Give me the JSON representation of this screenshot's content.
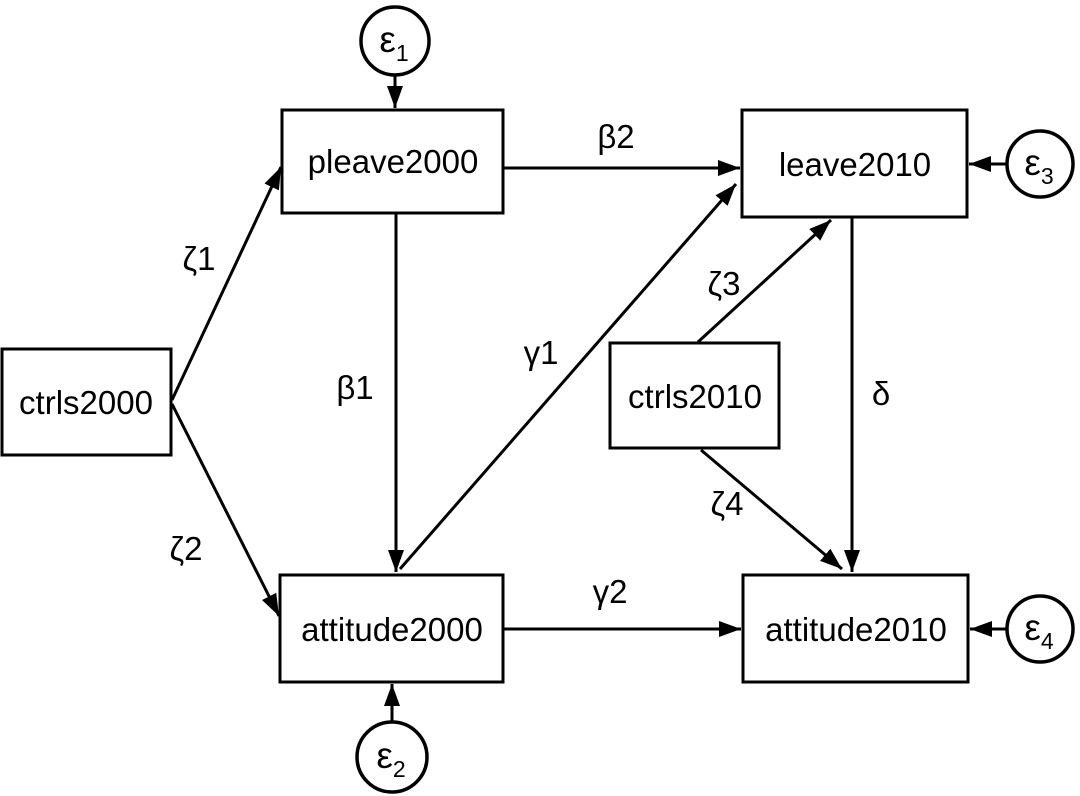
{
  "diagram": {
    "type": "sem-path-diagram",
    "colors": {
      "background": "#ffffff",
      "stroke": "#000000",
      "text": "#000000"
    },
    "nodes": {
      "ctrls2000": {
        "label": "ctrls2000",
        "shape": "rect"
      },
      "pleave2000": {
        "label": "pleave2000",
        "shape": "rect"
      },
      "leave2010": {
        "label": "leave2010",
        "shape": "rect"
      },
      "ctrls2010": {
        "label": "ctrls2010",
        "shape": "rect"
      },
      "attitude2000": {
        "label": "attitude2000",
        "shape": "rect"
      },
      "attitude2010": {
        "label": "attitude2010",
        "shape": "rect"
      },
      "eps1": {
        "symbol": "ε",
        "sub": "1",
        "shape": "circle"
      },
      "eps2": {
        "symbol": "ε",
        "sub": "2",
        "shape": "circle"
      },
      "eps3": {
        "symbol": "ε",
        "sub": "3",
        "shape": "circle"
      },
      "eps4": {
        "symbol": "ε",
        "sub": "4",
        "shape": "circle"
      }
    },
    "edges": {
      "zeta1": {
        "label": "ζ1",
        "from": "ctrls2000",
        "to": "pleave2000"
      },
      "zeta2": {
        "label": "ζ2",
        "from": "ctrls2000",
        "to": "attitude2000"
      },
      "beta2": {
        "label": "β2",
        "from": "pleave2000",
        "to": "leave2010"
      },
      "beta1": {
        "label": "β1",
        "from": "pleave2000",
        "to": "attitude2000"
      },
      "gamma1": {
        "label": "γ1",
        "from": "attitude2000",
        "to": "leave2010"
      },
      "gamma2": {
        "label": "γ2",
        "from": "attitude2000",
        "to": "attitude2010"
      },
      "zeta3": {
        "label": "ζ3",
        "from": "ctrls2010",
        "to": "leave2010"
      },
      "zeta4": {
        "label": "ζ4",
        "from": "ctrls2010",
        "to": "attitude2010"
      },
      "delta": {
        "label": "δ",
        "from": "leave2010",
        "to": "attitude2010"
      },
      "eps1_arrow": {
        "label": "",
        "from": "eps1",
        "to": "pleave2000"
      },
      "eps2_arrow": {
        "label": "",
        "from": "eps2",
        "to": "attitude2000"
      },
      "eps3_arrow": {
        "label": "",
        "from": "eps3",
        "to": "leave2010"
      },
      "eps4_arrow": {
        "label": "",
        "from": "eps4",
        "to": "attitude2010"
      }
    }
  }
}
